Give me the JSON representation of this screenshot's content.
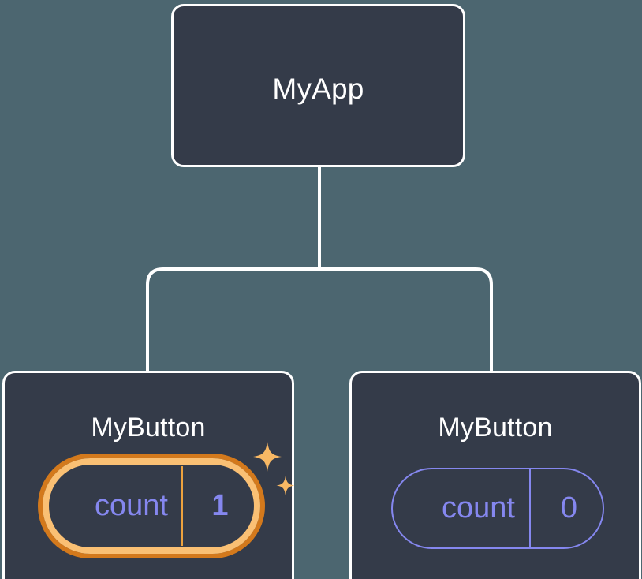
{
  "diagram": {
    "type": "component-tree",
    "background_color": "#4c6670",
    "node_fill_color": "#343b49",
    "node_border_color": "#ffffff",
    "connector_color": "#ffffff",
    "highlight_outer_color": "#d3791c",
    "highlight_inner_color": "#fac074",
    "state_text_color": "#8587ef",
    "sparkle_color": "#f8b864",
    "root": {
      "title": "MyApp"
    },
    "children": [
      {
        "title": "MyButton",
        "state_key": "count",
        "state_value": "1",
        "highlighted": true,
        "sparkles": true
      },
      {
        "title": "MyButton",
        "state_key": "count",
        "state_value": "0",
        "highlighted": false,
        "sparkles": false
      }
    ]
  }
}
